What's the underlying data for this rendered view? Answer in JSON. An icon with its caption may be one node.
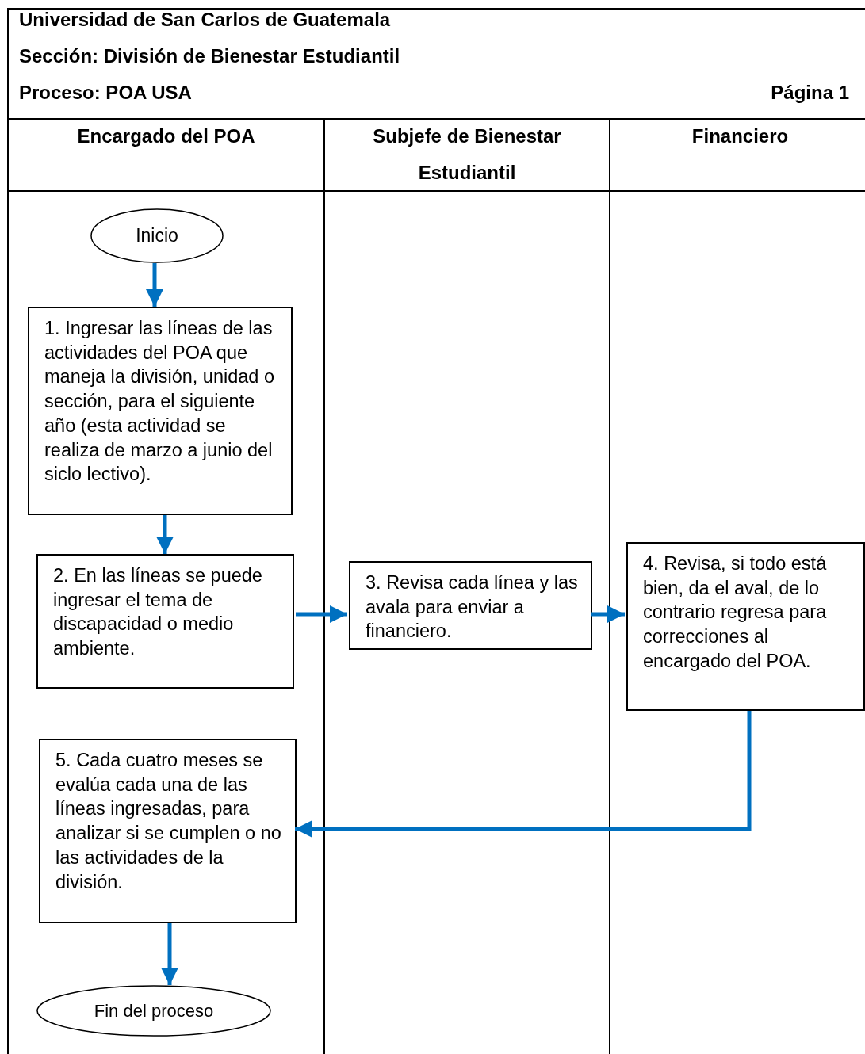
{
  "diagram": {
    "nodes": [
      {
        "text": [
          "Encargado del POA"
        ]
      },
      {
        "text": [
          "Subjefe de Bienestar Estudiantil"
        ]
      },
      {
        "text": [
          "Financiero"
        ]
      },
      {
        "text": [
          "Inicio"
        ],
        "in": 0
      },
      {
        "text": [
          "1. Ingresar las líneas de las actividades del POA que maneja la división, unidad o sección, para el siguiente año (esta actividad se realiza de marzo a junio del siclo lectivo)."
        ],
        "in": 0
      },
      {
        "text": [
          "2. En las líneas se puede ingresar el tema de discapacidad o medio ambiente."
        ],
        "in": 0
      },
      {
        "text": [
          "3. Revisa cada línea y las avala para enviar a financiero."
        ],
        "in": 1
      },
      {
        "text": [
          "4. Revisa, si todo está bien, da el aval, de lo contrario regresa para correcciones al encargado del POA."
        ],
        "in": 2
      },
      {
        "text": [
          "5. Cada cuatro meses se evalúa cada una de las líneas ingresadas, para analizar si se cumplen o no las actividades de la división."
        ],
        "in": 0
      },
      {
        "text": [
          "Fin del proceso"
        ],
        "in": 0
      }
    ],
    "edges": [
      {
        "from": 3,
        "to": 4,
        "arrow": "to"
      },
      {
        "from": 4,
        "to": 5,
        "arrow": "to"
      },
      {
        "from": 5,
        "to": 6,
        "arrow": "to"
      },
      {
        "from": 6,
        "to": 7,
        "arrow": "to"
      },
      {
        "from": 7,
        "to": 8,
        "arrow": "to"
      },
      {
        "from": 8,
        "to": 9,
        "arrow": "to"
      }
    ],
    "labels": [
      "Universidad de San Carlos de Guatemala",
      "Sección: División de Bienestar Estudiantil",
      "Proceso: POA USA",
      "Página 1"
    ]
  }
}
